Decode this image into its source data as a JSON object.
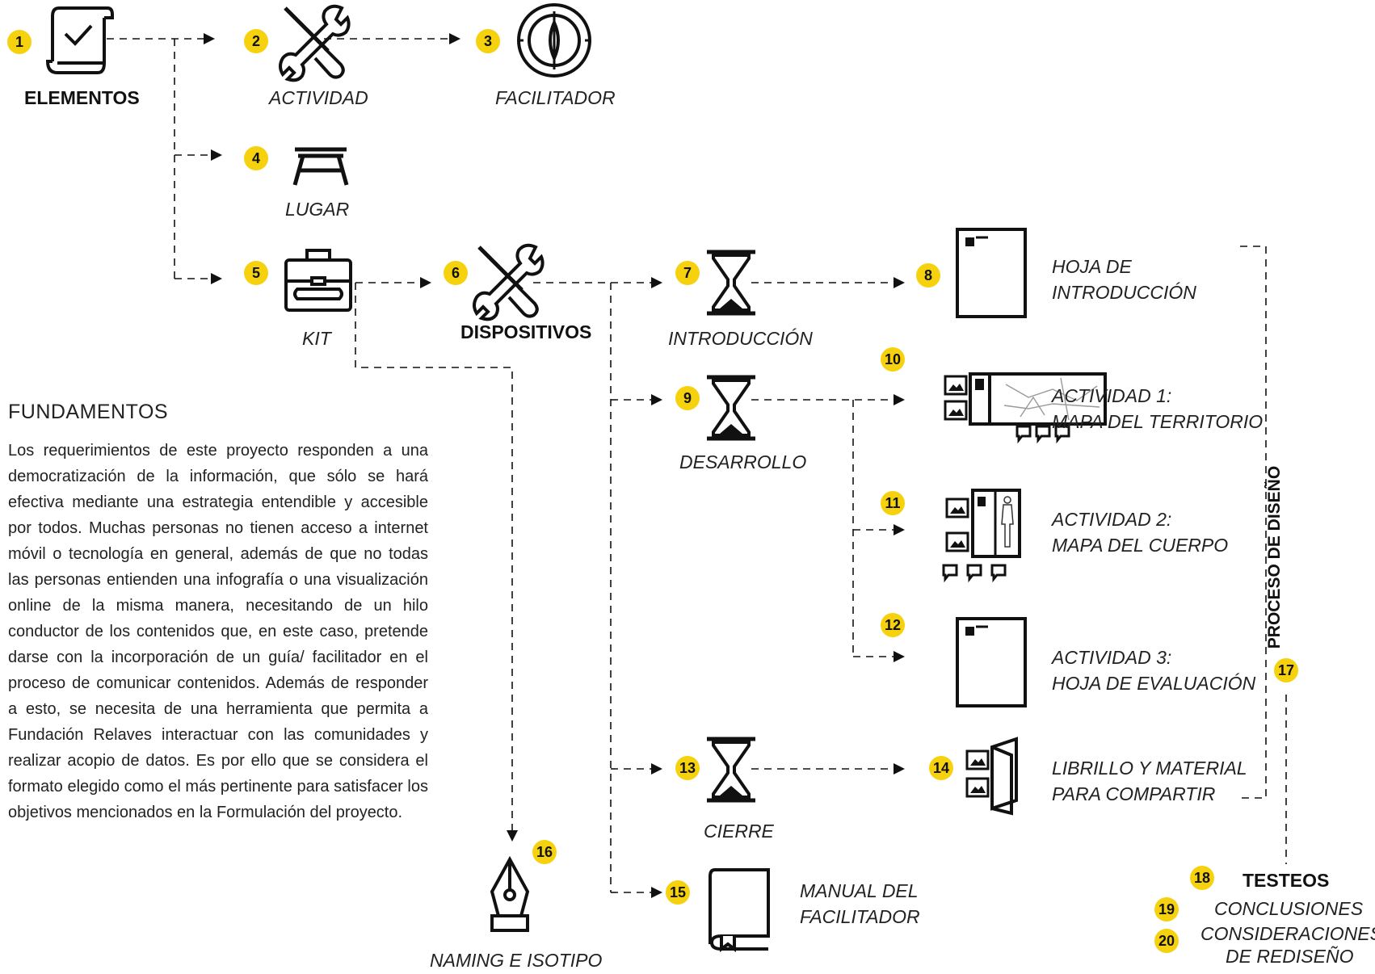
{
  "nodes": {
    "elementos": {
      "number": "1",
      "label": "ELEMENTOS"
    },
    "actividad": {
      "number": "2",
      "label": "ACTIVIDAD"
    },
    "facilitador": {
      "number": "3",
      "label": "FACILITADOR"
    },
    "lugar": {
      "number": "4",
      "label": "LUGAR"
    },
    "kit": {
      "number": "5",
      "label": "KIT"
    },
    "dispositivos": {
      "number": "6",
      "label": "DISPOSITIVOS"
    },
    "introduccion": {
      "number": "7",
      "label": "INTRODUCCIÓN"
    },
    "hoja_introduccion": {
      "number": "8",
      "label_line1": "HOJA DE",
      "label_line2": "INTRODUCCIÓN"
    },
    "desarrollo": {
      "number": "9",
      "label": "DESARROLLO"
    },
    "actividad1": {
      "number": "10",
      "label_line1": "ACTIVIDAD 1:",
      "label_line2": "MAPA DEL TERRITORIO"
    },
    "actividad2": {
      "number": "11",
      "label_line1": "ACTIVIDAD 2:",
      "label_line2": "MAPA DEL CUERPO"
    },
    "actividad3": {
      "number": "12",
      "label_line1": "ACTIVIDAD 3:",
      "label_line2": "HOJA DE EVALUACIÓN"
    },
    "cierre": {
      "number": "13",
      "label": "CIERRE"
    },
    "librillo": {
      "number": "14",
      "label_line1": "LIBRILLO Y MATERIAL",
      "label_line2": "PARA COMPARTIR"
    },
    "manual": {
      "number": "15",
      "label_line1": "MANUAL DEL",
      "label_line2": "FACILITADOR"
    },
    "naming": {
      "number": "16",
      "label": "NAMING E ISOTIPO"
    },
    "proceso": {
      "number": "17",
      "label": "PROCESO DE DISEÑO"
    },
    "testeos": {
      "number": "18",
      "label": "TESTEOS"
    },
    "conclusiones": {
      "number": "19",
      "label": "CONCLUSIONES"
    },
    "consideraciones": {
      "number": "20",
      "label_line1": "CONSIDERACIONES",
      "label_line2": "DE REDISEÑO"
    }
  },
  "fundamentos": {
    "title": "FUNDAMENTOS",
    "text": "Los requerimientos de este proyecto responden a una democratización de la información, que sólo se hará efectiva mediante una estrategia entendible y accesible por todos. Muchas personas no tienen acceso a internet móvil o tecnología en general, además de que no todas las personas entienden una infografía o una visualización online de la misma manera, necesitando de un hilo conductor de los contenidos que, en este caso, pretende darse con la incorporación de un guía/ facilitador en el proceso de comunicar contenidos. Además de responder a esto, se necesita de una herramienta que permita a Fundación Relaves interactuar con las comunidades y realizar acopio de datos. Es por ello que se considera el formato elegido como el más pertinente para satisfacer los objetivos mencionados en la Formulación del proyecto."
  },
  "colors": {
    "badge": "#f5d20d",
    "line": "#111111"
  },
  "icons": [
    "scroll-check-icon",
    "tools-icon",
    "compass-icon",
    "picnic-table-icon",
    "toolbox-icon",
    "hourglass-icon",
    "document-icon",
    "map-panel-icon",
    "body-map-icon",
    "booklet-icon",
    "book-icon",
    "pen-nib-icon"
  ]
}
